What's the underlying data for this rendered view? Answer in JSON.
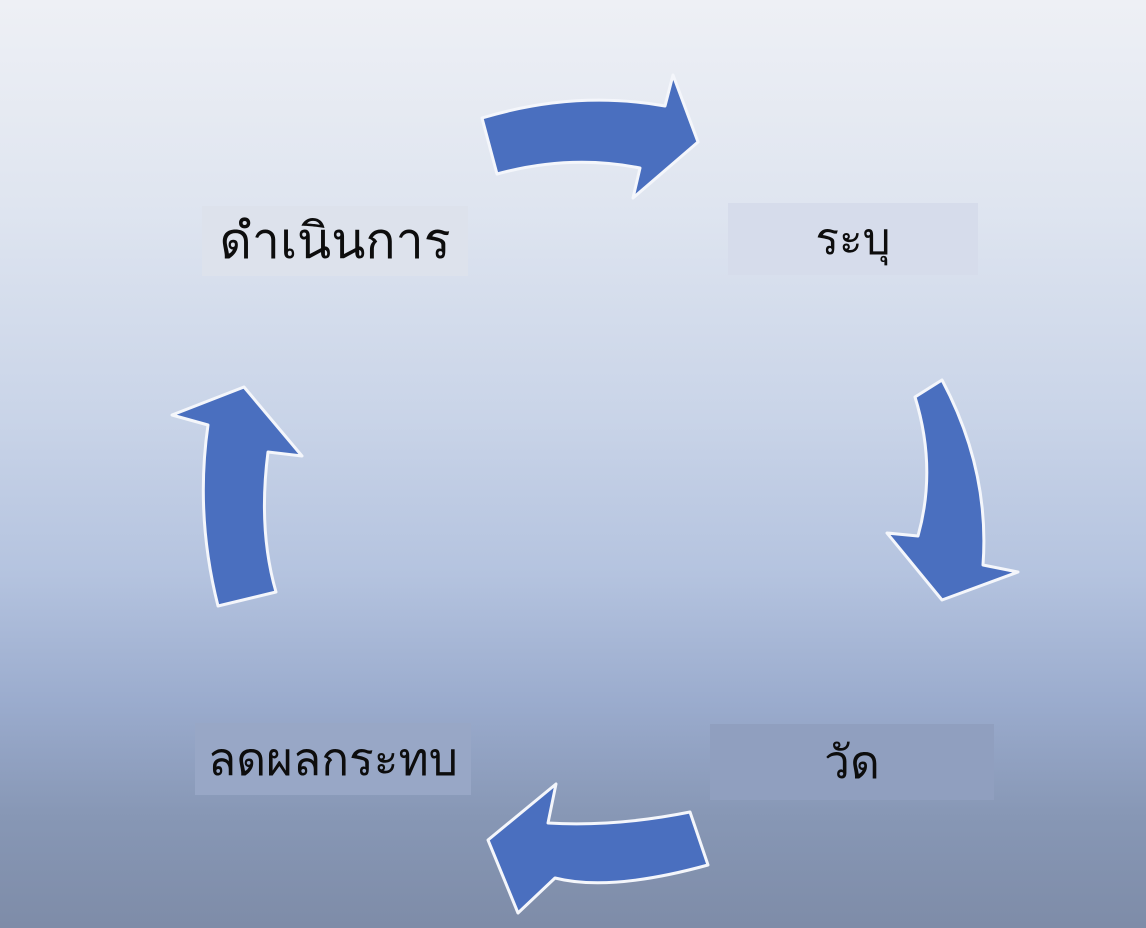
{
  "diagram": {
    "type": "cycle",
    "steps": [
      {
        "id": "act",
        "label": "ดำเนินการ"
      },
      {
        "id": "identify",
        "label": "ระบุ"
      },
      {
        "id": "measure",
        "label": "วัด"
      },
      {
        "id": "reduce",
        "label": "ลดผลกระทบ"
      }
    ],
    "arrow_color": "#4a6fbf",
    "arrow_outline": "#f4f6fb",
    "direction": "clockwise"
  }
}
